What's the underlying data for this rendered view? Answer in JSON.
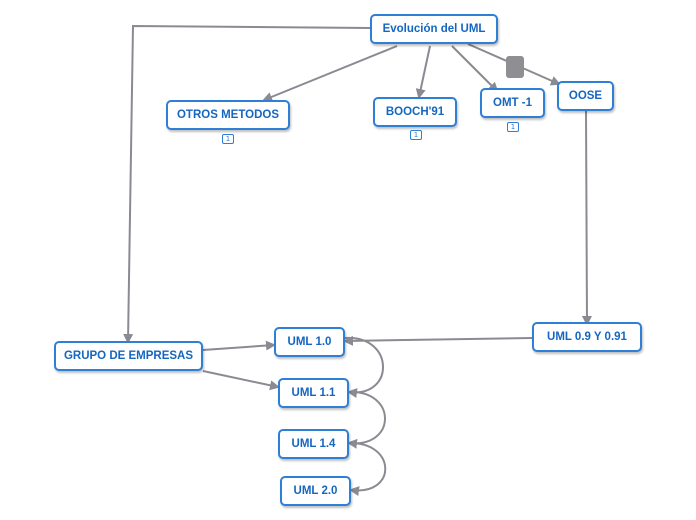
{
  "colors": {
    "node_border": "#2e7fd6",
    "node_text": "#1466c0",
    "edge": "#8a8a92",
    "handle": "#8e8e93"
  },
  "nodes": {
    "root": {
      "label": "Evolución del UML"
    },
    "otros_metodos": {
      "label": "OTROS METODOS",
      "badge": "1"
    },
    "booch91": {
      "label": "BOOCH'91",
      "badge": "1"
    },
    "omt1": {
      "label": "OMT -1",
      "badge": "1"
    },
    "oose": {
      "label": "OOSE"
    },
    "uml09": {
      "label": "UML 0.9 Y 0.91"
    },
    "grupo_empresas": {
      "label": "GRUPO DE EMPRESAS"
    },
    "uml10": {
      "label": "UML 1.0"
    },
    "uml11": {
      "label": "UML 1.1"
    },
    "uml14": {
      "label": "UML 1.4"
    },
    "uml20": {
      "label": "UML 2.0"
    }
  },
  "handle_icon": "drag-handle-icon"
}
